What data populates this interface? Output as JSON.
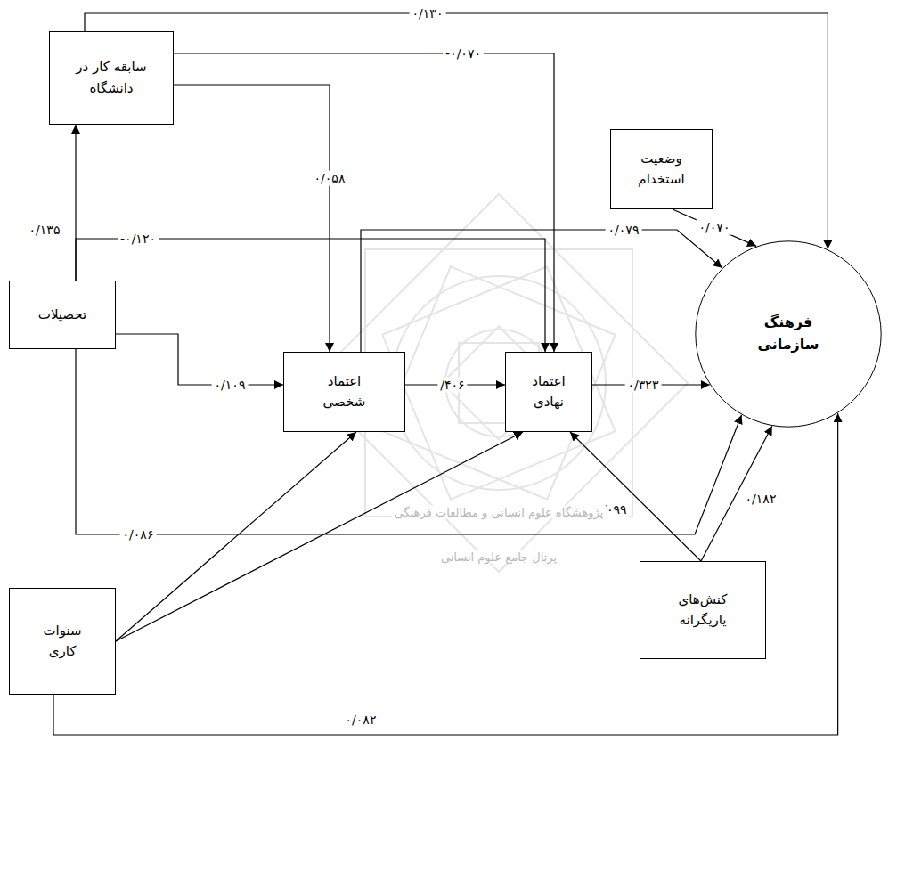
{
  "diagram": {
    "nodes": [
      {
        "text": [
          "سابقه کار در دانشگاه"
        ]
      },
      {
        "text": [
          "وضعیت استخدام"
        ]
      },
      {
        "text": [
          "تحصیلات"
        ]
      },
      {
        "text": [
          "اعتماد شخصی"
        ]
      },
      {
        "text": [
          "اعتماد نهادی"
        ]
      },
      {
        "text": [
          "فرهنگ سازمانی"
        ]
      },
      {
        "text": [
          "سنوات کاری"
        ]
      },
      {
        "text": [
          "کنش‌های یاریگرانه"
        ]
      }
    ],
    "edges": [
      {
        "from": 0,
        "to": 5,
        "label": "۰/۱۳۰",
        "arrow": "to"
      },
      {
        "from": 0,
        "to": 4,
        "label": "-۰/۰۷۰",
        "arrow": "to"
      },
      {
        "from": 0,
        "to": 3,
        "label": "۰/۰۵۸",
        "arrow": "to"
      },
      {
        "from": 2,
        "to": 0,
        "label": "۰/۱۳۵",
        "arrow": "to"
      },
      {
        "from": 2,
        "to": 4,
        "label": "-۰/۱۲۰",
        "arrow": "to"
      },
      {
        "from": 2,
        "to": 3,
        "label": "۰/۱۰۹",
        "arrow": "to"
      },
      {
        "from": 2,
        "to": 5,
        "label": "۰/۰۸۶",
        "arrow": "to"
      },
      {
        "from": 3,
        "to": 4,
        "label": "/۴۰۶",
        "arrow": "to"
      },
      {
        "from": 3,
        "to": 5,
        "label": "۰/۰۷۹",
        "arrow": "to"
      },
      {
        "from": 1,
        "to": 5,
        "label": "۰/۰۷۰",
        "arrow": "to"
      },
      {
        "from": 4,
        "to": 5,
        "label": "۰/۳۲۳",
        "arrow": "to"
      },
      {
        "from": 7,
        "to": 4,
        "label": "/۰۹۹",
        "arrow": "to"
      },
      {
        "from": 7,
        "to": 5,
        "label": "۰/۱۸۲",
        "arrow": "to"
      },
      {
        "from": 6,
        "to": 3,
        "arrow": "to"
      },
      {
        "from": 6,
        "to": 4,
        "arrow": "to"
      },
      {
        "from": 6,
        "to": 5,
        "label": "۰/۰۸۲",
        "arrow": "to"
      }
    ],
    "labels": [
      "پژوهشگاه علوم انسانی و مطالعات فرهنگی",
      "پرتال جامع علوم انسانی"
    ]
  }
}
